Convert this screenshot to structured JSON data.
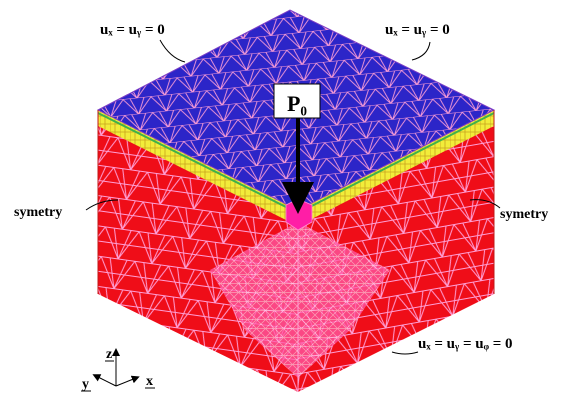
{
  "labels": {
    "top_left_bc": "uₓ = uᵧ = 0",
    "top_right_bc": "uₓ = uᵧ = 0",
    "bottom_bc": "uₓ = uᵧ = uᵩ = 0",
    "symmetry_left": "symetry",
    "symmetry_right": "symetry",
    "load": "P₀"
  },
  "axes": {
    "z": "z",
    "y": "y",
    "x": "x"
  },
  "colors": {
    "top_face": "#2c25c8",
    "side_faces": "#ef0d18",
    "interface_layer": "#f2ec3a",
    "mesh_lines": "#ff9fd6",
    "load_block": "#ff1ea6"
  }
}
